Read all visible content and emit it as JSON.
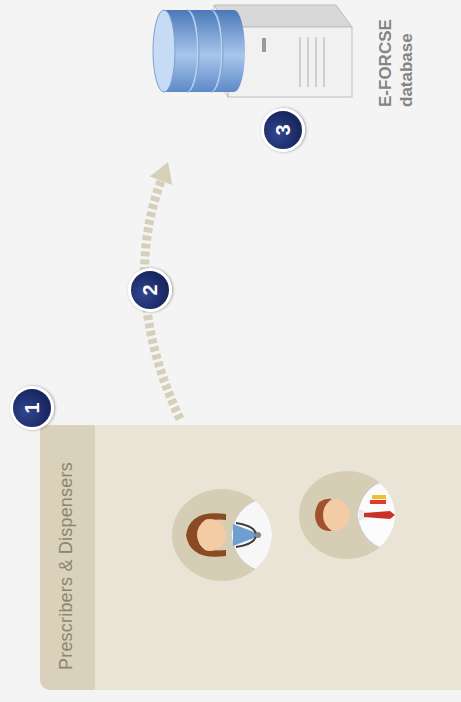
{
  "diagram": {
    "nodes": [
      {
        "text": [
          "Prescribers & Dispensers"
        ]
      },
      {
        "text": [
          "E-FORCSE database"
        ]
      }
    ],
    "edges": [
      {
        "from": 0,
        "to": 1,
        "arrow": "to"
      }
    ],
    "labels": [
      "1",
      "2",
      "3"
    ]
  }
}
